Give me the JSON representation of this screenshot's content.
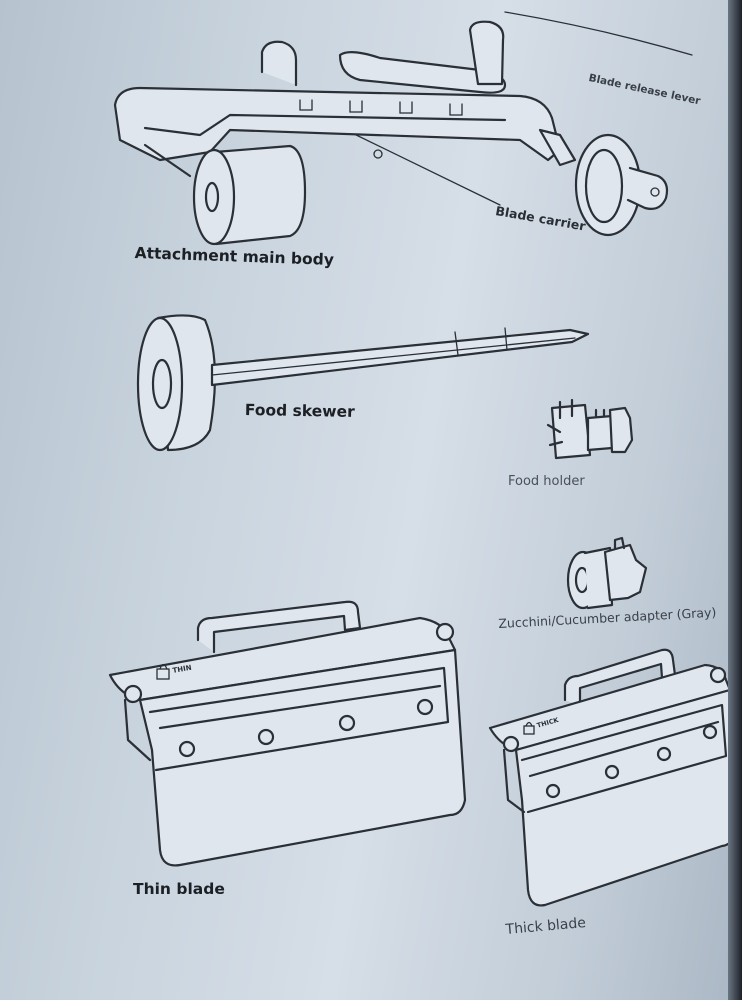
{
  "labels": {
    "blade_release_lever": "Blade release lever",
    "blade_carrier": "Blade carrier",
    "attachment_main_body": "Attachment main body",
    "food_skewer": "Food skewer",
    "food_holder": "Food holder",
    "zucchini_adapter": "Zucchini/Cucumber adapter (Gray)",
    "thin_blade": "Thin blade",
    "thick_blade": "Thick blade"
  },
  "blade_marks": {
    "thin": "THIN",
    "thick": "THICK"
  },
  "colors": {
    "line": "#2b2f36",
    "paper": "#c9d4de"
  }
}
